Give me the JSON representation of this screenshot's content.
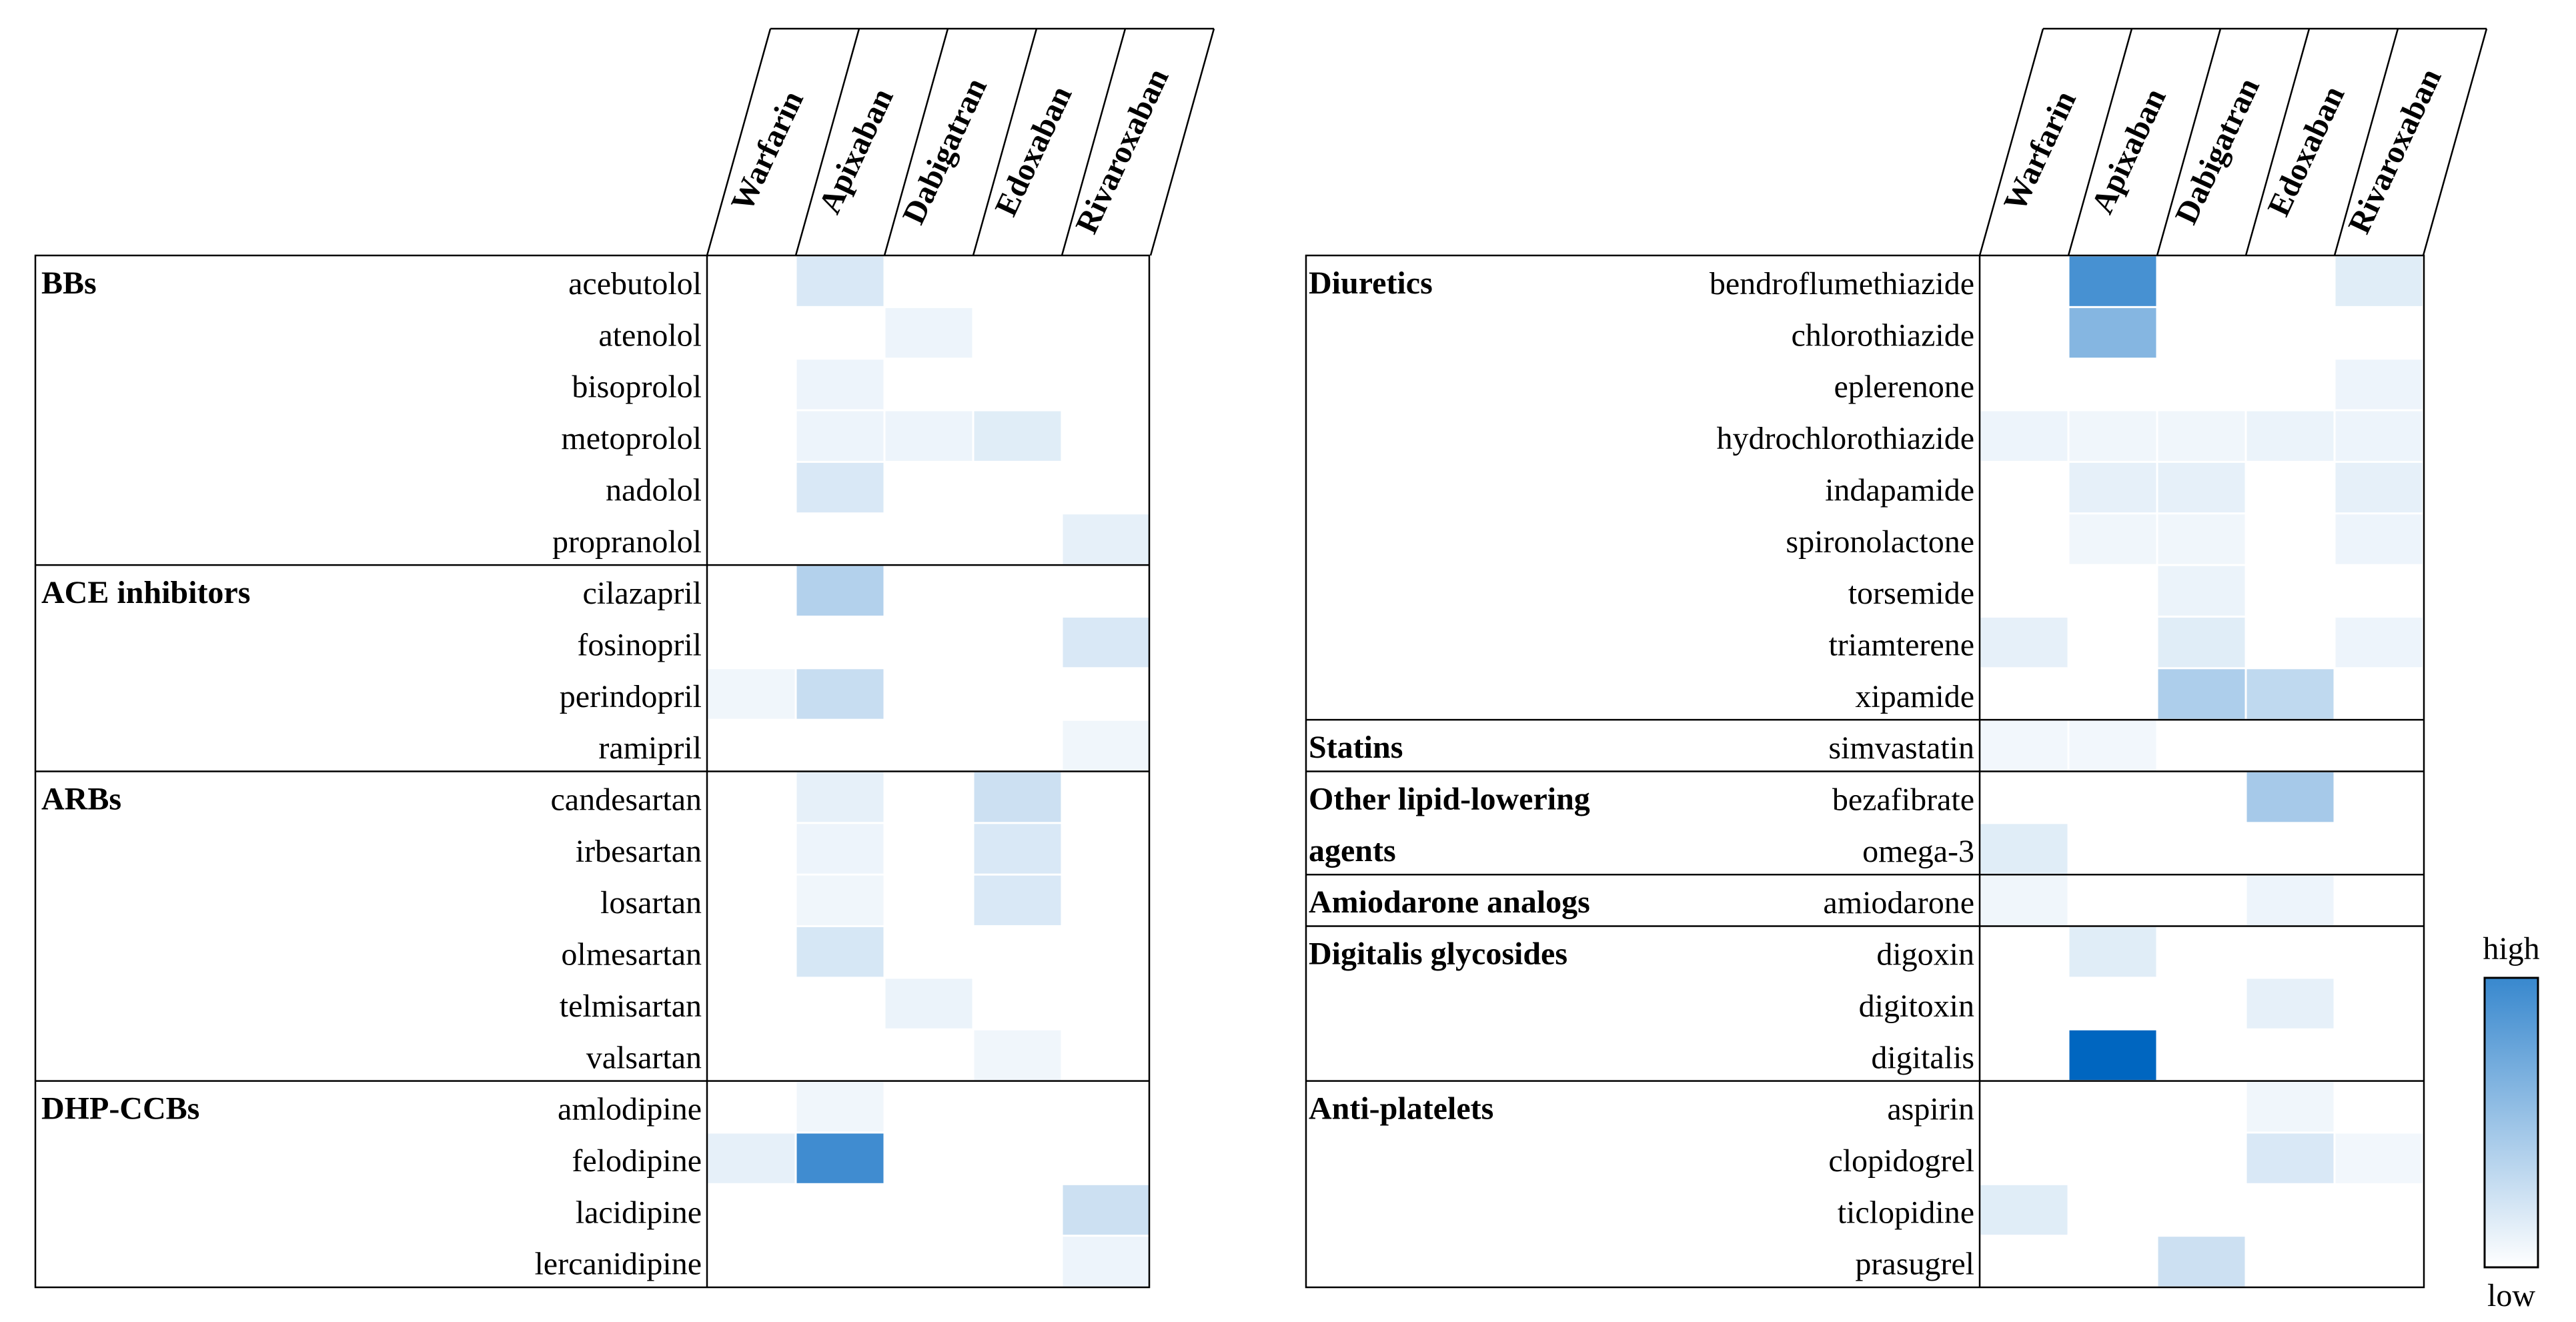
{
  "chart_data": [
    {
      "type": "heatmap",
      "columns": [
        "Warfarin",
        "Apixaban",
        "Dabigatran",
        "Edoxaban",
        "Rivaroxaban"
      ],
      "groups": [
        {
          "name": "BBs",
          "rows": [
            {
              "label": "acebutolol",
              "values": [
                0,
                0.15,
                0,
                0,
                0
              ]
            },
            {
              "label": "atenolol",
              "values": [
                0,
                0,
                0.07,
                0,
                0
              ]
            },
            {
              "label": "bisoprolol",
              "values": [
                0,
                0.07,
                0,
                0,
                0
              ]
            },
            {
              "label": "metoprolol",
              "values": [
                0,
                0.07,
                0.07,
                0.12,
                0
              ]
            },
            {
              "label": "nadolol",
              "values": [
                0,
                0.15,
                0,
                0,
                0
              ]
            },
            {
              "label": "propranolol",
              "values": [
                0,
                0,
                0,
                0,
                0.1
              ]
            }
          ]
        },
        {
          "name": "ACE inhibitors",
          "rows": [
            {
              "label": "cilazapril",
              "values": [
                0,
                0.3,
                0,
                0,
                0
              ]
            },
            {
              "label": "fosinopril",
              "values": [
                0,
                0,
                0,
                0,
                0.15
              ]
            },
            {
              "label": "perindopril",
              "values": [
                0.06,
                0.22,
                0,
                0,
                0
              ]
            },
            {
              "label": "ramipril",
              "values": [
                0,
                0,
                0,
                0,
                0.06
              ]
            }
          ]
        },
        {
          "name": "ARBs",
          "rows": [
            {
              "label": "candesartan",
              "values": [
                0,
                0.1,
                0,
                0.2,
                0
              ]
            },
            {
              "label": "irbesartan",
              "values": [
                0,
                0.07,
                0,
                0.15,
                0
              ]
            },
            {
              "label": "losartan",
              "values": [
                0,
                0.06,
                0,
                0.15,
                0
              ]
            },
            {
              "label": "olmesartan",
              "values": [
                0,
                0.16,
                0,
                0,
                0
              ]
            },
            {
              "label": "telmisartan",
              "values": [
                0,
                0,
                0.08,
                0,
                0
              ]
            },
            {
              "label": "valsartan",
              "values": [
                0,
                0,
                0,
                0.06,
                0
              ]
            }
          ]
        },
        {
          "name": "DHP-CCBs",
          "rows": [
            {
              "label": "amlodipine",
              "values": [
                0,
                0.06,
                0,
                0,
                0
              ]
            },
            {
              "label": "felodipine",
              "values": [
                0.1,
                0.75,
                0,
                0,
                0
              ]
            },
            {
              "label": "lacidipine",
              "values": [
                0,
                0,
                0,
                0,
                0.2
              ]
            },
            {
              "label": "lercanidipine",
              "values": [
                0,
                0,
                0,
                0,
                0.07
              ]
            }
          ]
        }
      ]
    },
    {
      "type": "heatmap",
      "columns": [
        "Warfarin",
        "Apixaban",
        "Dabigatran",
        "Edoxaban",
        "Rivaroxaban"
      ],
      "groups": [
        {
          "name": "Diuretics",
          "rows": [
            {
              "label": "bendroflumethiazide",
              "values": [
                0,
                0.72,
                0,
                0,
                0.12
              ]
            },
            {
              "label": "chlorothiazide",
              "values": [
                0,
                0.48,
                0,
                0,
                0
              ]
            },
            {
              "label": "eplerenone",
              "values": [
                0,
                0,
                0,
                0,
                0.07
              ]
            },
            {
              "label": "hydrochlorothiazide",
              "values": [
                0.07,
                0.06,
                0.06,
                0.08,
                0.07
              ]
            },
            {
              "label": "indapamide",
              "values": [
                0,
                0.1,
                0.1,
                0,
                0.1
              ]
            },
            {
              "label": "spironolactone",
              "values": [
                0,
                0.06,
                0.06,
                0,
                0.07
              ]
            },
            {
              "label": "torsemide",
              "values": [
                0,
                0,
                0.08,
                0,
                0
              ]
            },
            {
              "label": "triamterene",
              "values": [
                0.1,
                0,
                0.12,
                0,
                0.07
              ]
            },
            {
              "label": "xipamide",
              "values": [
                0,
                0,
                0.32,
                0.25,
                0
              ]
            }
          ]
        },
        {
          "name": "Statins",
          "rows": [
            {
              "label": "simvastatin",
              "values": [
                0.05,
                0.05,
                0,
                0,
                0
              ]
            }
          ]
        },
        {
          "name": "Other lipid-lowering agents",
          "rows": [
            {
              "label": "bezafibrate",
              "values": [
                0,
                0,
                0,
                0.35,
                0
              ]
            },
            {
              "label": "omega-3",
              "values": [
                0.12,
                0,
                0,
                0,
                0
              ]
            }
          ]
        },
        {
          "name": "Amiodarone analogs",
          "rows": [
            {
              "label": "amiodarone",
              "values": [
                0.06,
                0,
                0,
                0.07,
                0
              ]
            }
          ]
        },
        {
          "name": "Digitalis glycosides",
          "rows": [
            {
              "label": "digoxin",
              "values": [
                0,
                0.12,
                0,
                0,
                0
              ]
            },
            {
              "label": "digitoxin",
              "values": [
                0,
                0,
                0,
                0.1,
                0
              ]
            },
            {
              "label": "digitalis",
              "values": [
                0,
                1.0,
                0,
                0,
                0
              ]
            }
          ]
        },
        {
          "name": "Anti-platelets",
          "rows": [
            {
              "label": "aspirin",
              "values": [
                0,
                0,
                0,
                0.06,
                0
              ]
            },
            {
              "label": "clopidogrel",
              "values": [
                0,
                0,
                0,
                0.15,
                0.05
              ]
            },
            {
              "label": "ticlopidine",
              "values": [
                0.12,
                0,
                0,
                0,
                0
              ]
            },
            {
              "label": "prasugrel",
              "values": [
                0,
                0,
                0.2,
                0,
                0
              ]
            }
          ]
        }
      ]
    }
  ],
  "legend": {
    "high": "high",
    "low": "low",
    "low_color": "#ffffff",
    "high_color": "#0066c0"
  }
}
